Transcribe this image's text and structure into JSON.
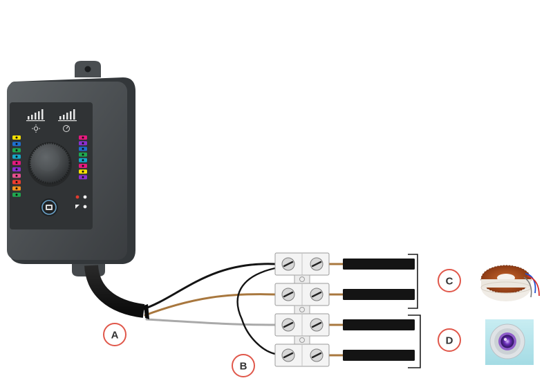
{
  "callouts": {
    "a": "A",
    "b": "B",
    "c": "C",
    "d": "D"
  },
  "colors": {
    "housing": "#4a4e51",
    "wire_black": "#141414",
    "wire_brown": "#a8773e",
    "wire_grey": "#a9a9a9",
    "callout_ring": "#e0574a",
    "terminal_block": "#f4f4f4",
    "spot_light_ring": "#8e5cc9"
  },
  "controller": {
    "indicator_colors_left": [
      "#f6e100",
      "#1e6fd0",
      "#1fa84f",
      "#15a8c8",
      "#e6197e",
      "#8b2fd1",
      "#e8508f",
      "#f03c2e",
      "#f7941d",
      "#1fa84f"
    ],
    "indicator_colors_right": [
      "#e6197e",
      "#8b2fd1",
      "#1e6fd0",
      "#1fa84f",
      "#15a8c8",
      "#e6197e",
      "#f6e100",
      "#8b2fd1"
    ]
  }
}
